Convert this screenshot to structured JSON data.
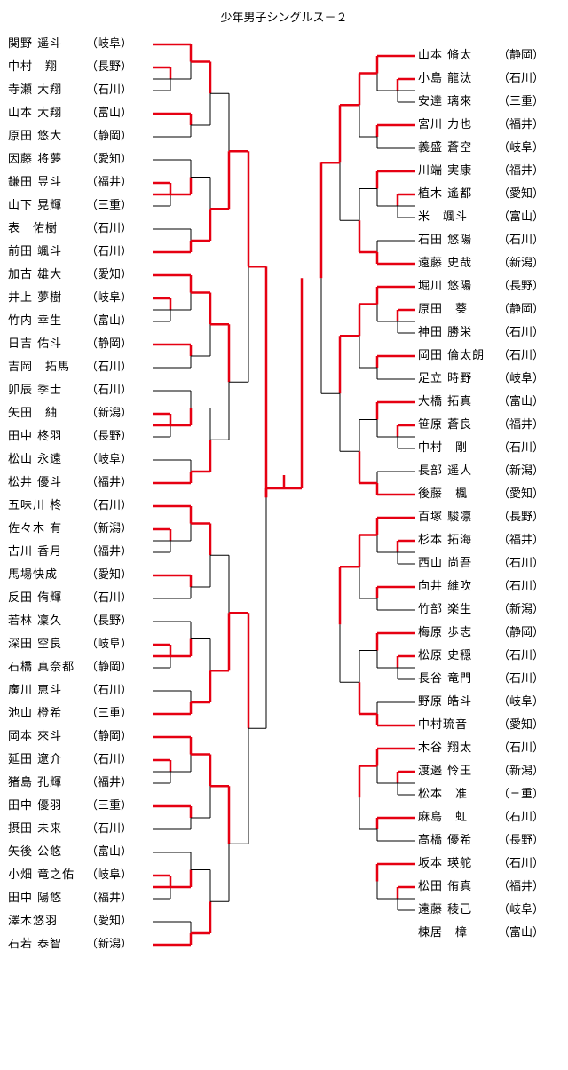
{
  "title": "少年男子シングルス－２",
  "left_players": [
    {
      "name": "関野 遥斗",
      "pref": "（岐阜）"
    },
    {
      "name": "中村　翔",
      "pref": "（長野）"
    },
    {
      "name": "寺瀬 大翔",
      "pref": "（石川）"
    },
    {
      "name": "山本 大翔",
      "pref": "（富山）"
    },
    {
      "name": "原田 悠大",
      "pref": "（静岡）"
    },
    {
      "name": "因藤 将夢",
      "pref": "（愛知）"
    },
    {
      "name": "鎌田 昱斗",
      "pref": "（福井）"
    },
    {
      "name": "山下 晃輝",
      "pref": "（三重）"
    },
    {
      "name": "表　佑樹",
      "pref": "（石川）"
    },
    {
      "name": "前田 颯斗",
      "pref": "（石川）"
    },
    {
      "name": "加古 雄大",
      "pref": "（愛知）"
    },
    {
      "name": "井上 夢樹",
      "pref": "（岐阜）"
    },
    {
      "name": "竹内 幸生",
      "pref": "（富山）"
    },
    {
      "name": "日吉 佑斗",
      "pref": "（静岡）"
    },
    {
      "name": "吉岡　拓馬",
      "pref": "（石川）"
    },
    {
      "name": "卯辰 季士",
      "pref": "（石川）"
    },
    {
      "name": "矢田　紬",
      "pref": "（新潟）"
    },
    {
      "name": "田中 柊羽",
      "pref": "（長野）"
    },
    {
      "name": "松山 永遠",
      "pref": "（岐阜）"
    },
    {
      "name": "松井 優斗",
      "pref": "（福井）"
    },
    {
      "name": "五味川 柊",
      "pref": "（石川）"
    },
    {
      "name": "佐々木 有",
      "pref": "（新潟）"
    },
    {
      "name": "古川 香月",
      "pref": "（福井）"
    },
    {
      "name": "馬場快成",
      "pref": "（愛知）"
    },
    {
      "name": "反田 侑輝",
      "pref": "（石川）"
    },
    {
      "name": "若林 凜久",
      "pref": "（長野）"
    },
    {
      "name": "深田 空良",
      "pref": "（岐阜）"
    },
    {
      "name": "石橋 真奈都",
      "pref": "（静岡）"
    },
    {
      "name": "廣川 恵斗",
      "pref": "（石川）"
    },
    {
      "name": "池山 橙希",
      "pref": "（三重）"
    },
    {
      "name": "岡本 來斗",
      "pref": "（静岡）"
    },
    {
      "name": "延田 遼介",
      "pref": "（石川）"
    },
    {
      "name": "猪島 孔輝",
      "pref": "（福井）"
    },
    {
      "name": "田中 優羽",
      "pref": "（三重）"
    },
    {
      "name": "摂田 未来",
      "pref": "（石川）"
    },
    {
      "name": "矢後 公悠",
      "pref": "（富山）"
    },
    {
      "name": "小畑 竜之佑",
      "pref": "（岐阜）"
    },
    {
      "name": "田中 陽悠",
      "pref": "（福井）"
    },
    {
      "name": "澤木悠羽",
      "pref": "（愛知）"
    },
    {
      "name": "石若 泰智",
      "pref": "（新潟）"
    }
  ],
  "right_players": [
    {
      "name": "山本 脩太",
      "pref": "（静岡）"
    },
    {
      "name": "小島 龍汰",
      "pref": "（石川）"
    },
    {
      "name": "安達 璃來",
      "pref": "（三重）"
    },
    {
      "name": "宮川 力也",
      "pref": "（福井）"
    },
    {
      "name": "義盛 蒼空",
      "pref": "（岐阜）"
    },
    {
      "name": "川端 実康",
      "pref": "（福井）"
    },
    {
      "name": "植木 遙都",
      "pref": "（愛知）"
    },
    {
      "name": "米　颯斗",
      "pref": "（富山）"
    },
    {
      "name": "石田 悠陽",
      "pref": "（石川）"
    },
    {
      "name": "遠藤 史哉",
      "pref": "（新潟）"
    },
    {
      "name": "堀川 悠陽",
      "pref": "（長野）"
    },
    {
      "name": "原田　葵",
      "pref": "（静岡）"
    },
    {
      "name": "神田 勝栄",
      "pref": "（石川）"
    },
    {
      "name": "岡田 倫太朗",
      "pref": "（石川）"
    },
    {
      "name": "足立 時野",
      "pref": "（岐阜）"
    },
    {
      "name": "大橋 拓真",
      "pref": "（富山）"
    },
    {
      "name": "笹原 蒼良",
      "pref": "（福井）"
    },
    {
      "name": "中村　剛",
      "pref": "（石川）"
    },
    {
      "name": "長部 遥人",
      "pref": "（新潟）"
    },
    {
      "name": "後藤　楓",
      "pref": "（愛知）"
    },
    {
      "name": "百塚 駿凛",
      "pref": "（長野）"
    },
    {
      "name": "杉本 拓海",
      "pref": "（福井）"
    },
    {
      "name": "西山 尚吾",
      "pref": "（石川）"
    },
    {
      "name": "向井 維吹",
      "pref": "（石川）"
    },
    {
      "name": "竹部 楽生",
      "pref": "（新潟）"
    },
    {
      "name": "梅原 歩志",
      "pref": "（静岡）"
    },
    {
      "name": "松原 史穏",
      "pref": "（石川）"
    },
    {
      "name": "長谷 竜門",
      "pref": "（石川）"
    },
    {
      "name": "野原 皓斗",
      "pref": "（岐阜）"
    },
    {
      "name": "中村琉音",
      "pref": "（愛知）"
    },
    {
      "name": "木谷 翔太",
      "pref": "（石川）"
    },
    {
      "name": "渡邉 怜王",
      "pref": "（新潟）"
    },
    {
      "name": "松本　准",
      "pref": "（三重）"
    },
    {
      "name": "麻島　虹",
      "pref": "（石川）"
    },
    {
      "name": "高橋 優希",
      "pref": "（長野）"
    },
    {
      "name": "坂本 瑛舵",
      "pref": "（石川）"
    },
    {
      "name": "松田 侑真",
      "pref": "（福井）"
    },
    {
      "name": "遠藤 稜己",
      "pref": "（岐阜）"
    },
    {
      "name": "棟居　樟",
      "pref": "（富山）"
    }
  ],
  "colors": {
    "winner_line": "#e60012",
    "loser_line": "#000000",
    "text": "#000000"
  }
}
